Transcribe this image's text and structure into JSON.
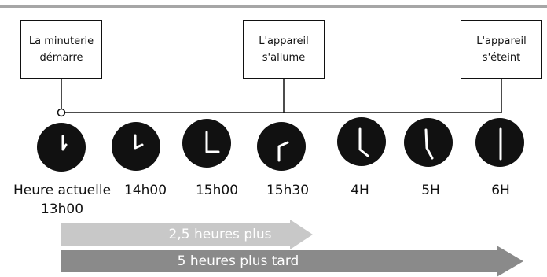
{
  "callouts": [
    {
      "id": "timer-start",
      "label": "La minuterie\ndémarre"
    },
    {
      "id": "device-on",
      "label": "L'appareil\ns'allume"
    },
    {
      "id": "device-off",
      "label": "L'appareil\ns'éteint"
    }
  ],
  "clocks": [
    {
      "label": "Heure actuelle\n13h00"
    },
    {
      "label": "14h00"
    },
    {
      "label": "15h00"
    },
    {
      "label": "15h30"
    },
    {
      "label": "4H"
    },
    {
      "label": "5H"
    },
    {
      "label": "6H"
    }
  ],
  "arrows": {
    "short": {
      "label": "2,5 heures plus",
      "color": "#c8c8c8"
    },
    "long": {
      "label": "5 heures plus tard",
      "color": "#8a8a8a"
    }
  },
  "colors": {
    "rule": "#a6a6a6",
    "clock_face": "#111111",
    "clock_hand": "#ffffff"
  }
}
